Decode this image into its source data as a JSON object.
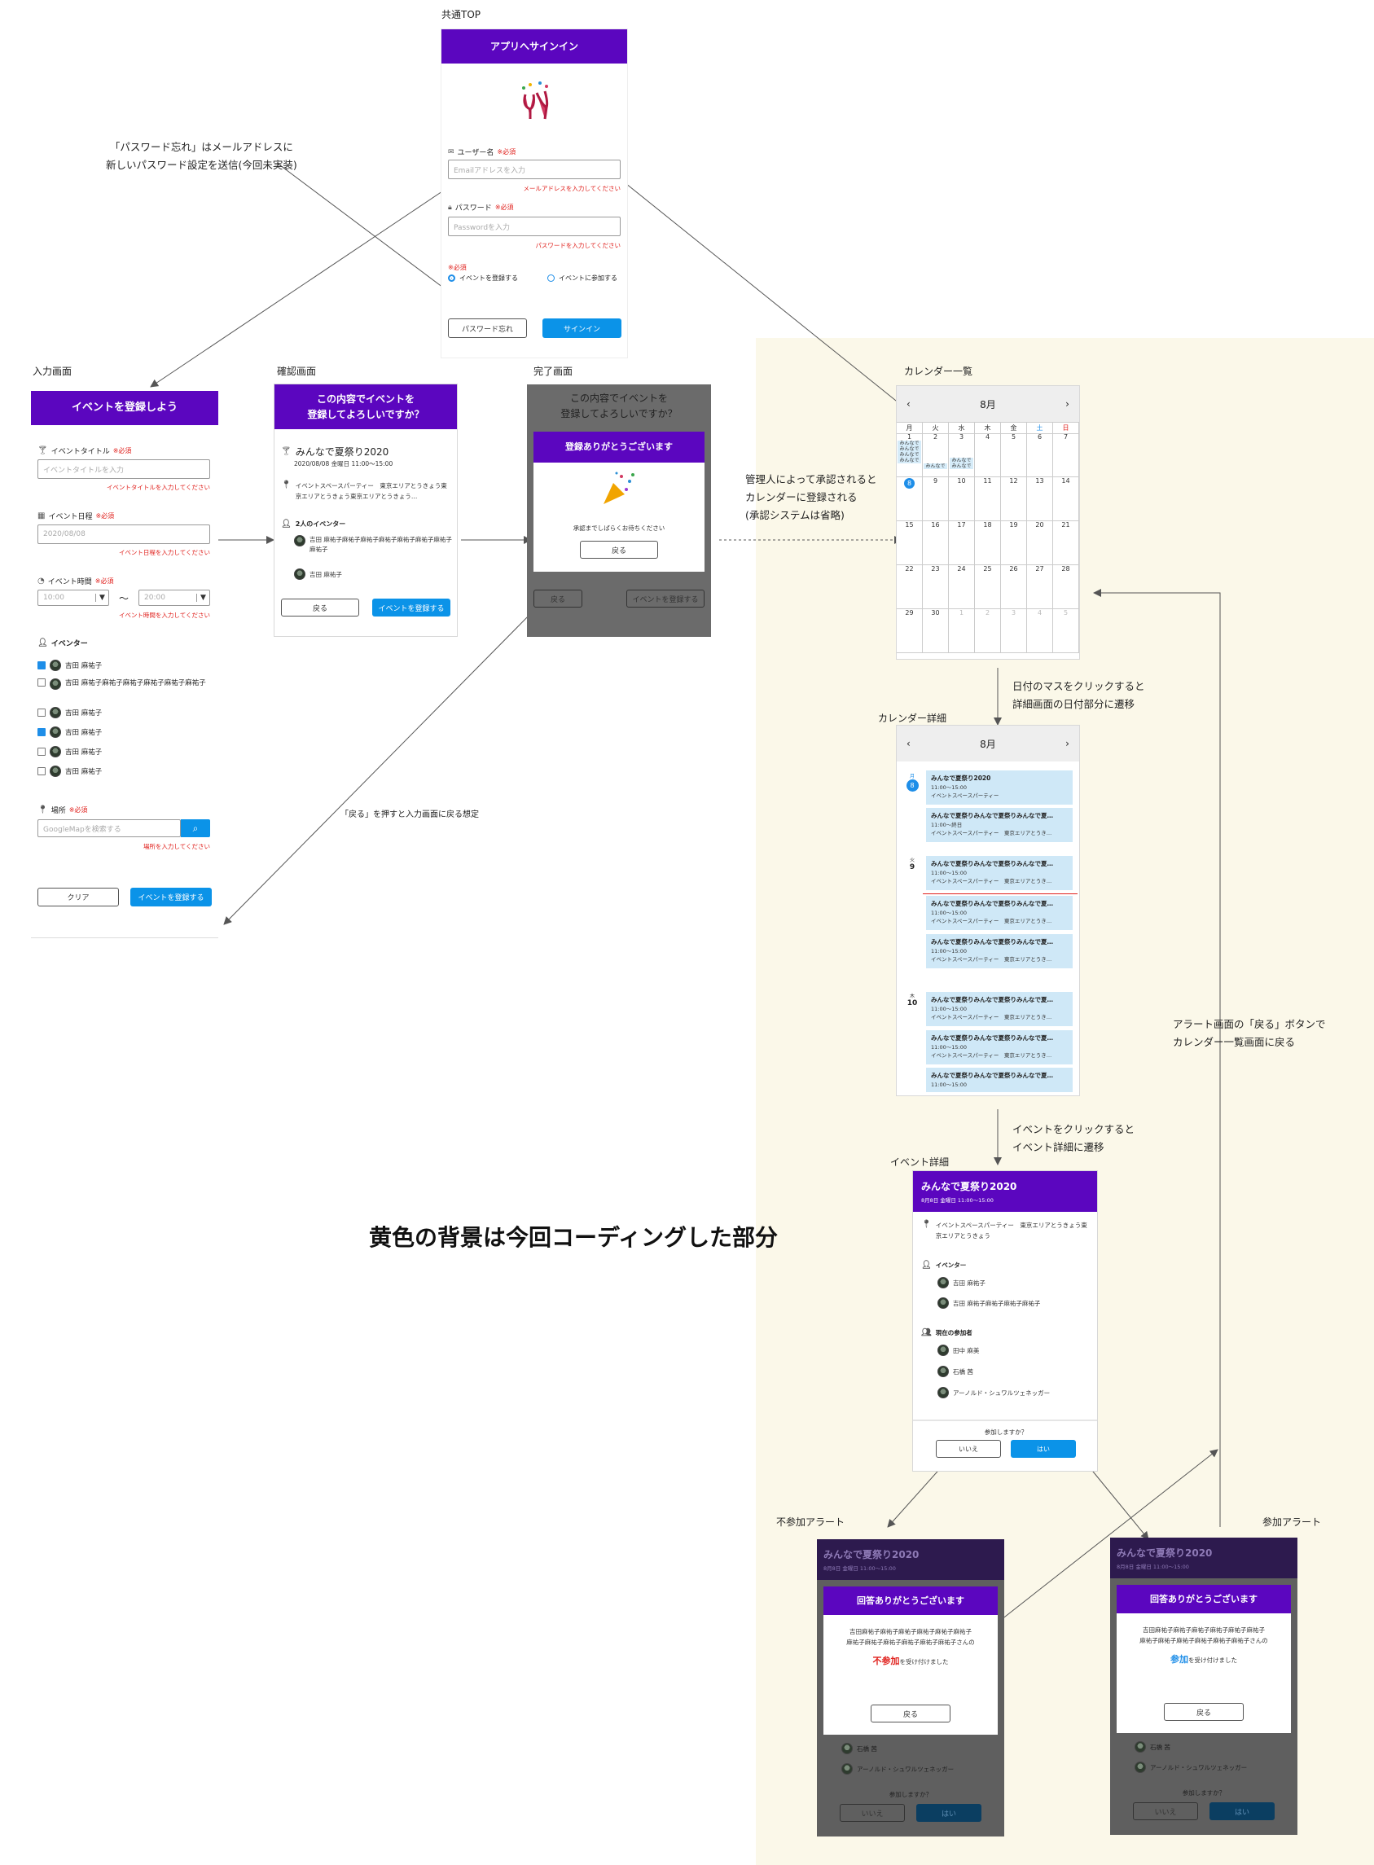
{
  "yellow_note": "黄色の背景は今回コーディングした部分",
  "labels": {
    "top": "共通TOP",
    "input": "入力画面",
    "confirm": "確認画面",
    "complete": "完了画面",
    "calendar_list": "カレンダー一覧",
    "calendar_detail": "カレンダー詳細",
    "event_detail": "イベント詳細",
    "no_alert": "不参加アラート",
    "yes_alert": "参加アラート"
  },
  "notes": {
    "password": [
      "「パスワード忘れ」はメールアドレスに",
      "新しいパスワード設定を送信(今回未実装)"
    ],
    "approval": [
      "管理人によって承認されると",
      "カレンダーに登録される",
      "(承認システムは省略)"
    ],
    "day_click": [
      "日付のマスをクリックすると",
      "詳細画面の日付部分に遷移"
    ],
    "event_click": [
      "イベントをクリックすると",
      "イベント詳細に遷移"
    ],
    "alert_back": [
      "アラート画面の「戻る」ボタンで",
      "カレンダー一覧画面に戻る"
    ],
    "back_input": "「戻る」を押すと入力画面に戻る想定"
  },
  "signin": {
    "title": "アプリへサインイン",
    "username_label": "ユーザー名",
    "required": "※必須",
    "username_placeholder": "Emailアドレスを入力",
    "username_error": "メールアドレスを入力してください",
    "password_label": "パスワード",
    "password_placeholder": "Passwordを入力",
    "password_error": "パスワードを入力してください",
    "radio_register": "イベントを登録する",
    "radio_join": "イベントに参加する",
    "forgot": "パスワード忘れ",
    "signin": "サインイン"
  },
  "input": {
    "title": "イベントを登録しよう",
    "required": "※必須",
    "event_title_label": "イベントタイトル",
    "event_title_placeholder": "イベントタイトルを入力",
    "event_title_error": "イベントタイトルを入力してください",
    "date_label": "イベント日程",
    "date_value": "2020/08/08",
    "date_error": "イベント日程を入力してください",
    "time_label": "イベント時間",
    "time_start": "10:00",
    "time_end": "20:00",
    "tilde": "〜",
    "time_error": "イベント時間を入力してください",
    "inventor_label": "イベンター",
    "members": [
      {
        "name": "吉田 麻祐子",
        "checked": true
      },
      {
        "name": "吉田 麻祐子麻祐子麻祐子麻祐子麻祐子麻祐子",
        "checked": false
      },
      {
        "name": "吉田 麻祐子",
        "checked": false
      },
      {
        "name": "吉田 麻祐子",
        "checked": true
      },
      {
        "name": "吉田 麻祐子",
        "checked": false
      },
      {
        "name": "吉田 麻祐子",
        "checked": false
      }
    ],
    "place_label": "場所",
    "place_placeholder": "GoogleMapを検索する",
    "place_error": "場所を入力してください",
    "clear": "クリア",
    "register": "イベントを登録する"
  },
  "confirm": {
    "title_line1": "この内容でイベントを",
    "title_line2": "登録してよろしいですか？",
    "event_name": "みんなで夏祭り2020",
    "event_date": "2020/08/08 金曜日 11:00〜15:00",
    "place": "イベントスペースパーティー　東京エリアとうきょう東京エリアとうきょう東京エリアとうきょう…",
    "inventors_count": "2人のイベンター",
    "inventor1": "吉田 麻祐子麻祐子麻祐子麻祐子麻祐子麻祐子麻祐子麻祐子",
    "inventor2": "吉田 麻祐子",
    "back": "戻る",
    "register": "イベントを登録する"
  },
  "complete": {
    "bg_title_line1": "この内容でイベントを",
    "bg_title_line2": "登録してよろしいですか？",
    "modal_title": "登録ありがとうございます",
    "message": "承認までしばらくお待ちください",
    "back": "戻る",
    "bg_back": "戻る",
    "bg_register": "イベントを登録する"
  },
  "calendar": {
    "month": "8月",
    "weekdays": [
      "月",
      "火",
      "水",
      "木",
      "金",
      "土",
      "日"
    ],
    "weeks": [
      [
        "1",
        "2",
        "3",
        "4",
        "5",
        "6",
        "7"
      ],
      [
        "8",
        "9",
        "10",
        "11",
        "12",
        "13",
        "14"
      ],
      [
        "15",
        "16",
        "17",
        "18",
        "19",
        "20",
        "21"
      ],
      [
        "22",
        "23",
        "24",
        "25",
        "26",
        "27",
        "28"
      ],
      [
        "29",
        "30",
        "1",
        "2",
        "3",
        "4",
        "5"
      ]
    ],
    "chip": "みんなで"
  },
  "cal_detail": {
    "month": "8月",
    "days": [
      {
        "weekday": "月",
        "day": "8"
      },
      {
        "weekday": "火",
        "day": "9"
      },
      {
        "weekday": "木",
        "day": "10"
      }
    ],
    "first_event": {
      "title": "みんなで夏祭り2020",
      "time": "11:00〜15:00",
      "place": "イベントスペースパーティー"
    },
    "event_title": "みんなで夏祭りみんなで夏祭りみんなで夏…",
    "time": "11:00〜15:00",
    "time_nextday": "11:00〜終日",
    "place": "イベントスペースパーティー　東京エリアとうき…"
  },
  "event_detail": {
    "title": "みんなで夏祭り2020",
    "date": "8月8日 金曜日 11:00〜15:00",
    "place": "イベントスペースパーティー　東京エリアとうきょう東京エリアとうきょう",
    "inventor_label": "イベンター",
    "inventors": [
      "吉田 麻祐子",
      "吉田 麻祐子麻祐子麻祐子麻祐子"
    ],
    "participant_label": "現在の参加者",
    "participants": [
      "田中 麻美",
      "石橋 茜",
      "アーノルド・シュワルツェネッガー"
    ],
    "question": "参加しますか？",
    "no": "いいえ",
    "yes": "はい"
  },
  "alert_no": {
    "bg_title": "みんなで夏祭り2020",
    "bg_date": "8月8日 金曜日 11:00〜15:00",
    "title": "回答ありがとうございます",
    "line1": "吉田麻祐子麻祐子麻祐子麻祐子麻祐子麻祐子",
    "line2": "麻祐子麻祐子麻祐子麻祐子麻祐子麻祐子さんの",
    "highlight": "不参加",
    "suffix": "を受け付けました",
    "back": "戻る",
    "p1": "石橋 茜",
    "p2": "アーノルド・シュワルツェネッガー",
    "question": "参加しますか？",
    "no": "いいえ",
    "yes": "はい"
  },
  "alert_yes": {
    "bg_title": "みんなで夏祭り2020",
    "bg_date": "8月8日 金曜日 11:00〜15:00",
    "title": "回答ありがとうございます",
    "line1": "吉田麻祐子麻祐子麻祐子麻祐子麻祐子麻祐子",
    "line2": "麻祐子麻祐子麻祐子麻祐子麻祐子麻祐子さんの",
    "highlight": "参加",
    "suffix": "を受け付けました",
    "back": "戻る",
    "p1": "石橋 茜",
    "p2": "アーノルド・シュワルツェネッガー",
    "question": "参加しますか？",
    "no": "いいえ",
    "yes": "はい"
  },
  "colors": {
    "brand": "#5b06bf",
    "accent": "#0b93e8",
    "error": "#e0201c",
    "yellow_bg": "#fbf8e9"
  }
}
